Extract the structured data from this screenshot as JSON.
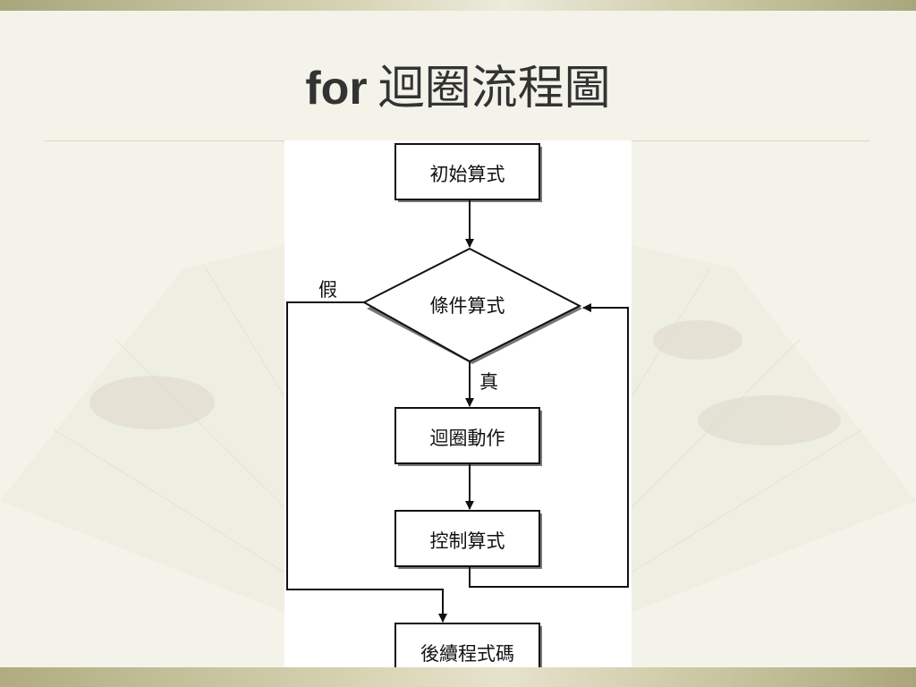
{
  "slide": {
    "title_en": "for",
    "title_zh": "迴圈流程圖"
  },
  "flowchart": {
    "nodes": {
      "init": "初始算式",
      "condition": "條件算式",
      "loop_action": "迴圈動作",
      "control": "控制算式",
      "after": "後續程式碼"
    },
    "edges": {
      "false_label": "假",
      "true_label": "真"
    }
  }
}
